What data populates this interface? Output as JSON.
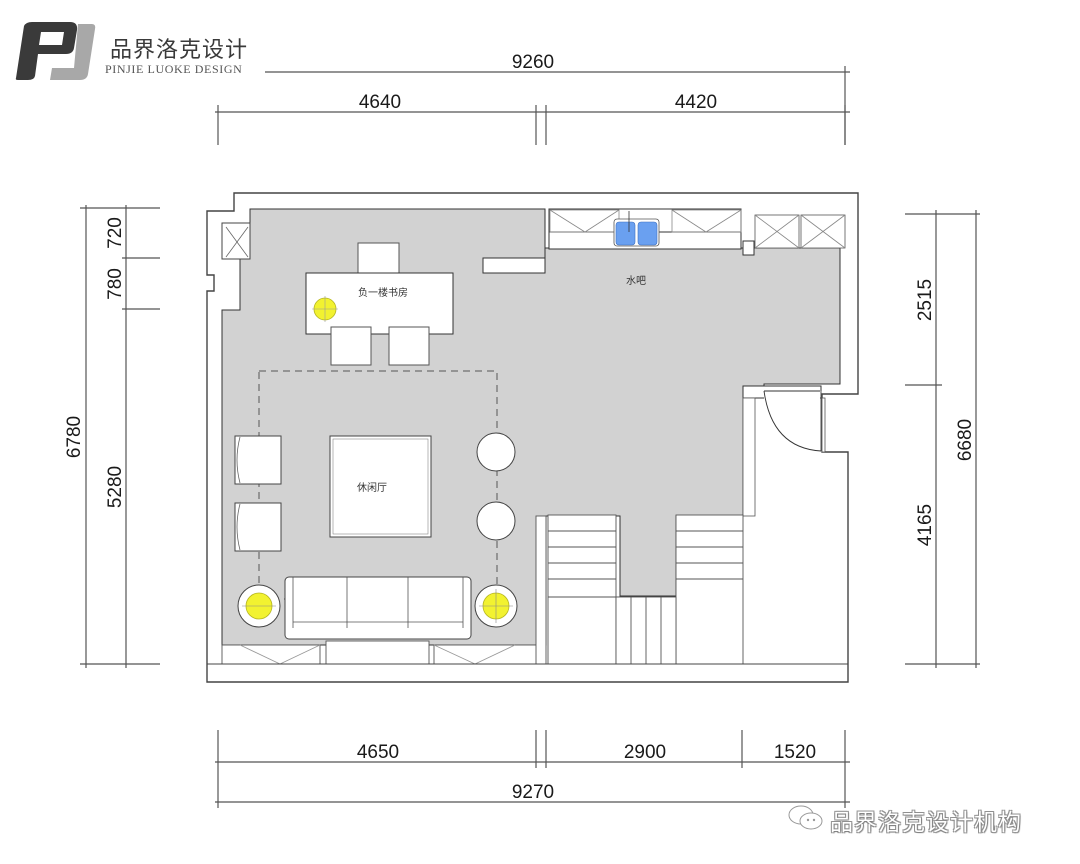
{
  "brand": {
    "name_cn": "品界洛克设计",
    "name_en": "PINJIE LUOKE DESIGN",
    "logo_letters": "PJ",
    "footer_text": "品界洛克设计机构",
    "footer_icon": "wechat-icon"
  },
  "rooms": {
    "study": "负一楼书房",
    "bar": "水吧",
    "lounge": "休闲厅"
  },
  "dimensions": {
    "top": {
      "overall": "9260",
      "segments": [
        "4640",
        "4420"
      ]
    },
    "bottom": {
      "overall": "9270",
      "segments": [
        "4650",
        "2900",
        "1520"
      ]
    },
    "left": {
      "overall": "6780",
      "segments": [
        "720",
        "780",
        "5280"
      ]
    },
    "right": {
      "overall": "6680",
      "segments": [
        "2515",
        "4165"
      ]
    }
  },
  "colors": {
    "floor": "#d2d2d2",
    "wall_line": "#333333",
    "lamp": "#f2f230",
    "sink": "#6aa0f0",
    "background": "#ffffff"
  }
}
